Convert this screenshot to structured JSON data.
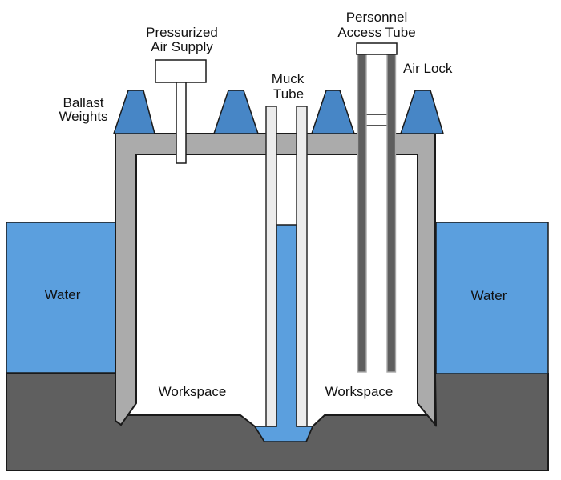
{
  "diagram": {
    "labels": {
      "pressurized_air_supply_line1": "Pressurized",
      "pressurized_air_supply_line2": "Air Supply",
      "personnel_access_tube_line1": "Personnel",
      "personnel_access_tube_line2": "Access Tube",
      "air_lock": "Air Lock",
      "ballast_weights_line1": "Ballast",
      "ballast_weights_line2": "Weights",
      "muck_tube_line1": "Muck",
      "muck_tube_line2": "Tube",
      "water_left": "Water",
      "water_right": "Water",
      "workspace_left": "Workspace",
      "workspace_right": "Workspace"
    },
    "colors": {
      "water": "#5B9FDE",
      "ballast_weight": "#4786C6",
      "ground": "#5F5F5F",
      "caisson_wall": "#ABABAB",
      "muck_tube": "#ECECEC",
      "personnel_tube_bar": "#5E5E5E",
      "outline": "#1A1A1A",
      "background": "#FFFFFF",
      "text": "#111111"
    }
  }
}
